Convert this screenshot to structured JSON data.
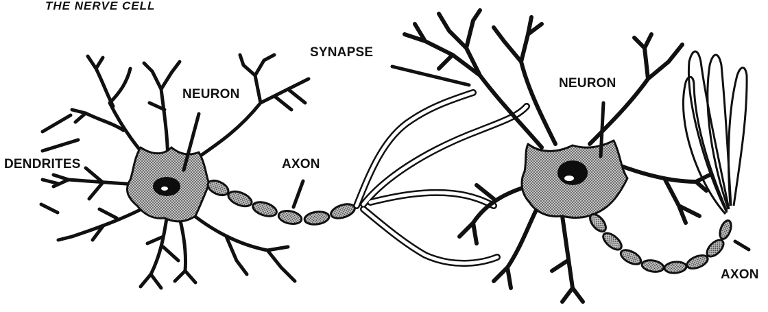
{
  "diagram": {
    "title": "THE NERVE CELL",
    "labels": {
      "dendrites": "DENDRITES",
      "neuron_left": "NEURON",
      "axon_middle": "AXON",
      "synapse": "SYNAPSE",
      "neuron_right": "NEURON",
      "axon_right": "AXON"
    }
  },
  "colors": {
    "ink": "#111111",
    "cell_fill": "#8f8f8f",
    "nucleus": "#0d0d0d",
    "background": "#ffffff"
  }
}
